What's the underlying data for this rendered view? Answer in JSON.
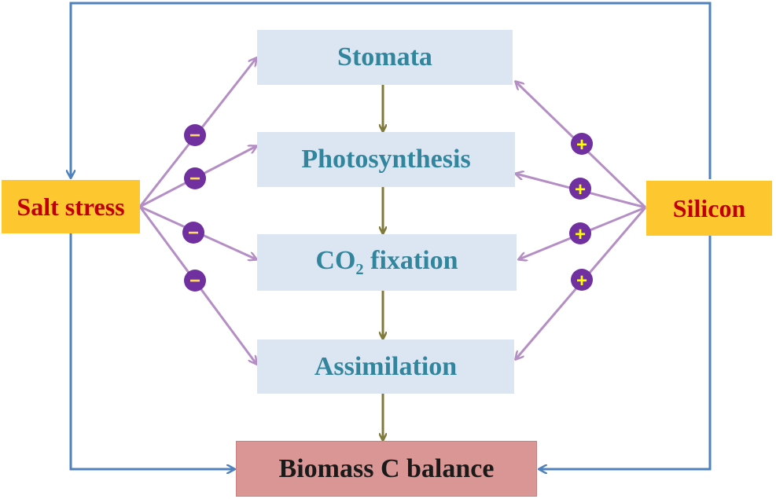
{
  "factors": {
    "salt_stress": "Salt stress",
    "silicon": "Silicon"
  },
  "processes": {
    "stomata": "Stomata",
    "photosynthesis": "Photosynthesis",
    "co2_prefix": "CO",
    "co2_subscript": "2",
    "co2_suffix": " fixation",
    "assimilation": "Assimilation"
  },
  "outcome": {
    "label": "Biomass C balance"
  },
  "effects": {
    "salt_stress_sign": "−",
    "silicon_sign": "+"
  },
  "colors": {
    "process_fill": "#dce6f2",
    "process_text": "#31859c",
    "factor_fill": "#fdc72f",
    "factor_text": "#c00000",
    "outcome_fill": "#d99694",
    "flow_arrow": "#7f7a3c",
    "feedback_line": "#4f81bd",
    "effect_arrow": "#b48ec4",
    "sign_badge": "#7030a0",
    "minus_color": "#ffd966",
    "plus_color": "#ffff00"
  }
}
